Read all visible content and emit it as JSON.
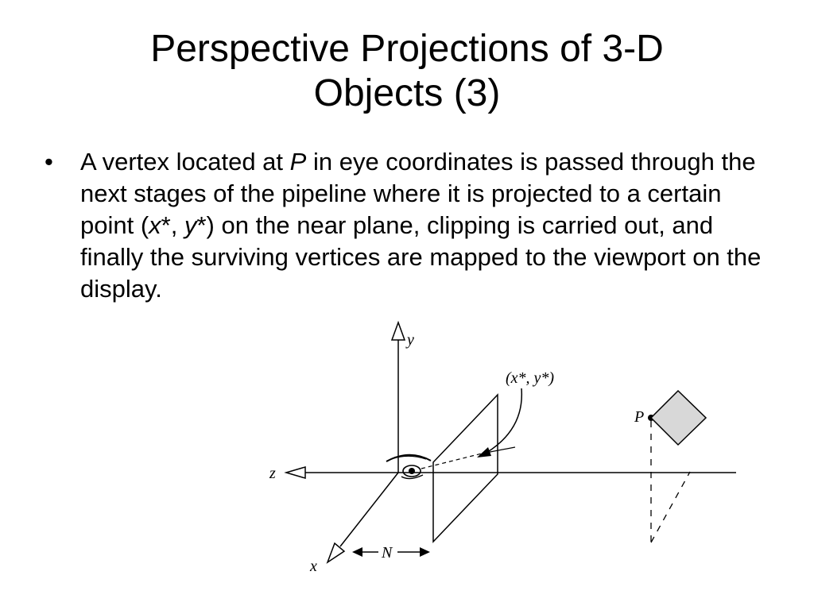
{
  "slide": {
    "title_line1": "Perspective Projections of 3-D",
    "title_line2": "Objects (3)",
    "bullet_symbol": "•",
    "bullet": {
      "t1": "A vertex located at ",
      "p": "P",
      "t2": " in eye coordinates is passed through the next stages of the pipeline where it is projected to a certain point (",
      "x": "x",
      "t3": "*, ",
      "y": "y",
      "t4": "*) on the near plane, clipping is carried out, and finally the surviving vertices are mapped to the viewport on the display."
    }
  },
  "diagram": {
    "label_y": "y",
    "label_z": "z",
    "label_x": "x",
    "label_N": "N",
    "label_P": "P",
    "label_point": "(x*, y*)"
  }
}
